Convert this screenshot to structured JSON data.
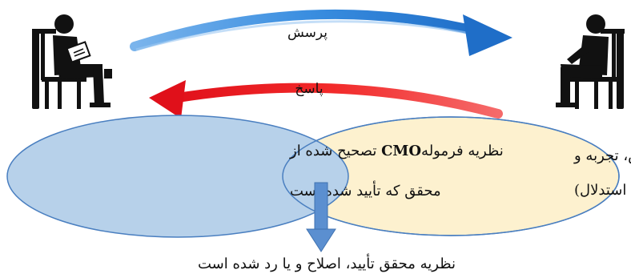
{
  "arrows": {
    "top_label": "پرسش",
    "bottom_label": "پاسخ",
    "top_color": "#2f80d8",
    "bottom_color": "#e31b1b"
  },
  "left_ellipse": {
    "line1_before": "نظریه فرموله",
    "line1_bold": "CMO",
    "line1_after": " تصحیح شده از",
    "line2": "محقق که تأیید شده است",
    "fill": "#b7d1ea",
    "stroke": "#4a7fc0"
  },
  "right_ellipse": {
    "line1": "ایده‌های پاسخگو (دانش، تجربه و",
    "line2": "استدلال)",
    "fill": "#fdf1cf",
    "stroke": "#4a7fc0"
  },
  "down_arrow_color": "#5b8fd0",
  "result_text": "نظریه محقق تأیید، اصلاح و یا رد شده است",
  "icons": {
    "left_person": "researcher-icon",
    "right_person": "respondent-icon"
  }
}
